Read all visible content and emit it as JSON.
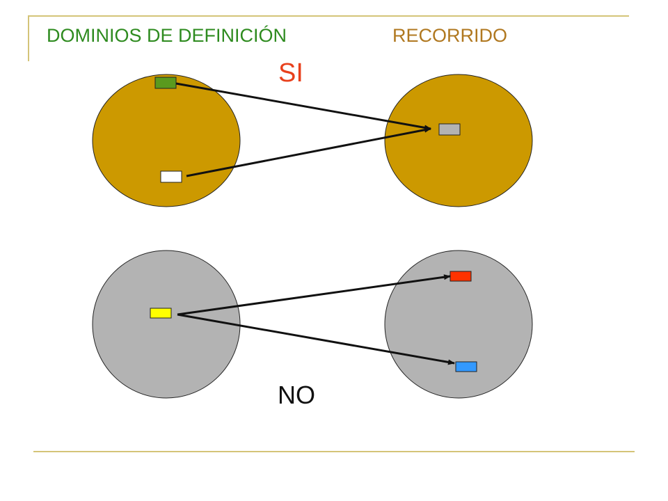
{
  "header": {
    "domain_title": "DOMINIOS DE DEFINICIÓN",
    "range_title": "RECORRIDO"
  },
  "labels": {
    "yes": "SI",
    "no": "NO"
  },
  "colors": {
    "rule": "#d4c478",
    "domain_title": "#2e8b1f",
    "range_title": "#b07820",
    "yes_label": "#e8401c",
    "no_label": "#111111",
    "top_sets_fill": "#cc9900",
    "bottom_sets_fill": "#b3b3b3",
    "element_green": "#5a9a1e",
    "element_white": "#ffffff",
    "element_gray": "#b3b3b3",
    "element_yellow": "#ffff00",
    "element_red": "#ff3300",
    "element_blue": "#3399ff",
    "arrow": "#111111"
  }
}
